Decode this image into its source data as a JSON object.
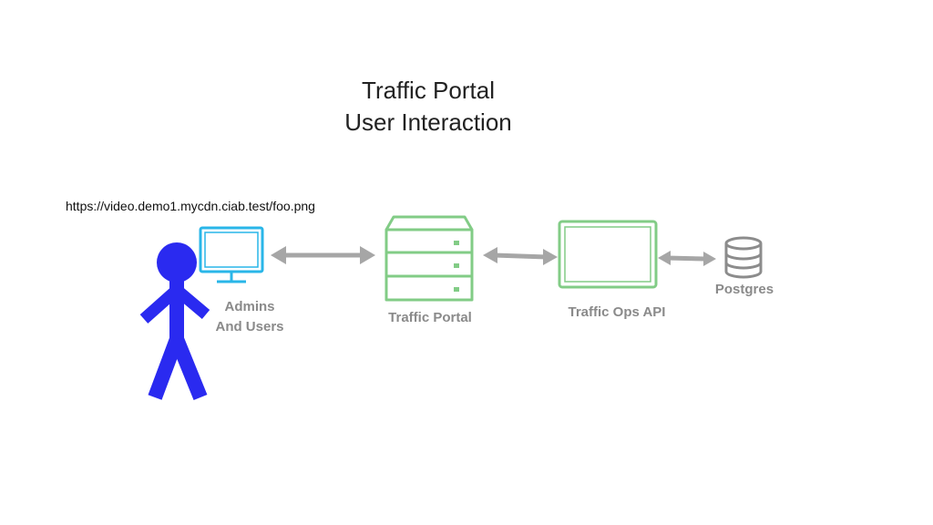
{
  "title": {
    "line1": "Traffic Portal",
    "line2": "User Interaction"
  },
  "url": "https://video.demo1.mycdn.ciab.test/foo.png",
  "nodes": {
    "users": {
      "line1": "Admins",
      "line2": "And Users",
      "icon": "monitor-icon"
    },
    "portal": {
      "label": "Traffic Portal",
      "icon": "server-icon"
    },
    "api": {
      "label": "Traffic Ops API",
      "icon": "screen-icon"
    },
    "db": {
      "label": "Postgres",
      "icon": "database-icon"
    }
  },
  "colors": {
    "person": "#2a2af0",
    "monitor": "#29b6e8",
    "green": "#82cc86",
    "arrow": "#a6a6a6",
    "db": "#8c8c8c",
    "label": "#8a8a8a"
  }
}
